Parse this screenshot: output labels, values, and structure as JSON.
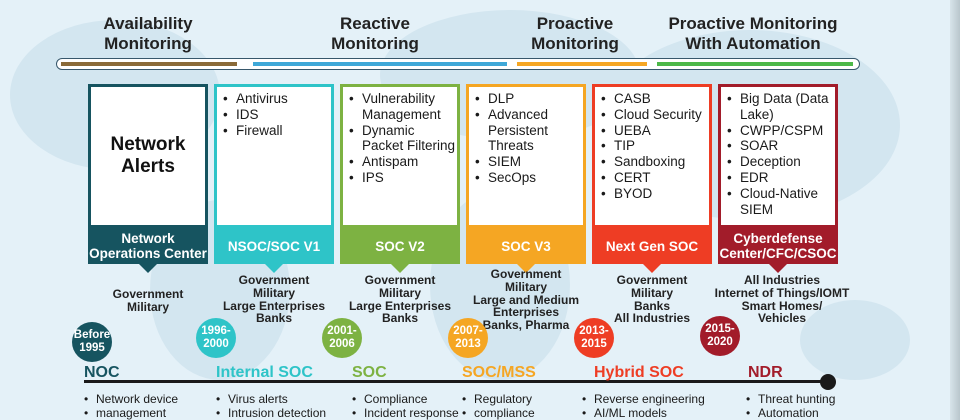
{
  "headers": [
    "Availability\nMonitoring",
    "Reactive\nMonitoring",
    "Proactive\nMonitoring",
    "Proactive Monitoring\nWith Automation"
  ],
  "colors": {
    "noc": "#165460",
    "nsoc": "#2ec4c8",
    "soc_v2": "#7db242",
    "soc_v3": "#f5a623",
    "next_gen": "#ee3d24",
    "cyber": "#a21c2a",
    "bar_availability": "#8a6a38",
    "bar_reactive": "#3fa8d8",
    "bar_proactive": "#f5a623",
    "bar_automation": "#4cb848"
  },
  "card_network_alerts": "Network\nAlerts",
  "cards": [
    [
      "Antivirus",
      "IDS",
      "Firewall"
    ],
    [
      "Vulnerability Management",
      "Dynamic Packet Filtering",
      "Antispam",
      "IPS"
    ],
    [
      "DLP",
      "Advanced Persistent Threats",
      "SIEM",
      "SecOps"
    ],
    [
      "CASB",
      "Cloud Security",
      "UEBA",
      "TIP",
      "Sandboxing",
      "CERT",
      "BYOD"
    ],
    [
      "Big Data (Data Lake)",
      "CWPP/CSPM",
      "SOAR",
      "Deception",
      "EDR",
      "Cloud-Native SIEM"
    ]
  ],
  "labels": [
    "Network\nOperations Center",
    "NSOC/SOC V1",
    "SOC V2",
    "SOC V3",
    "Next Gen SOC",
    "Cyberdefense\nCenter/CFC/CSOC"
  ],
  "audiences": [
    "Government\nMilitary",
    "Government\nMilitary\nLarge Enterprises\nBanks",
    "Government\nMilitary\nLarge Enterprises\nBanks",
    "Government\nMilitary\nLarge and Medium\nEnterprises\nBanks, Pharma",
    "Government\nMilitary\nBanks\nAll Industries",
    "All Industries\nInternet of Things/IOMT\nSmart Homes/\nVehicles"
  ],
  "years": [
    "Before\n1995",
    "1996-\n2000",
    "2001-\n2006",
    "2007-\n2013",
    "2013-\n2015",
    "2015-\n2020"
  ],
  "eras": [
    "NOC",
    "Internal SOC",
    "SOC",
    "SOC/MSS",
    "Hybrid SOC",
    "NDR"
  ],
  "functions": [
    [
      "Network device",
      "management"
    ],
    [
      "Virus alerts",
      "Intrusion detection"
    ],
    [
      "Compliance",
      "Incident response"
    ],
    [
      "Regulatory",
      "compliance"
    ],
    [
      "Reverse engineering",
      "AI/ML models"
    ],
    [
      "Threat hunting",
      "Automation"
    ]
  ]
}
